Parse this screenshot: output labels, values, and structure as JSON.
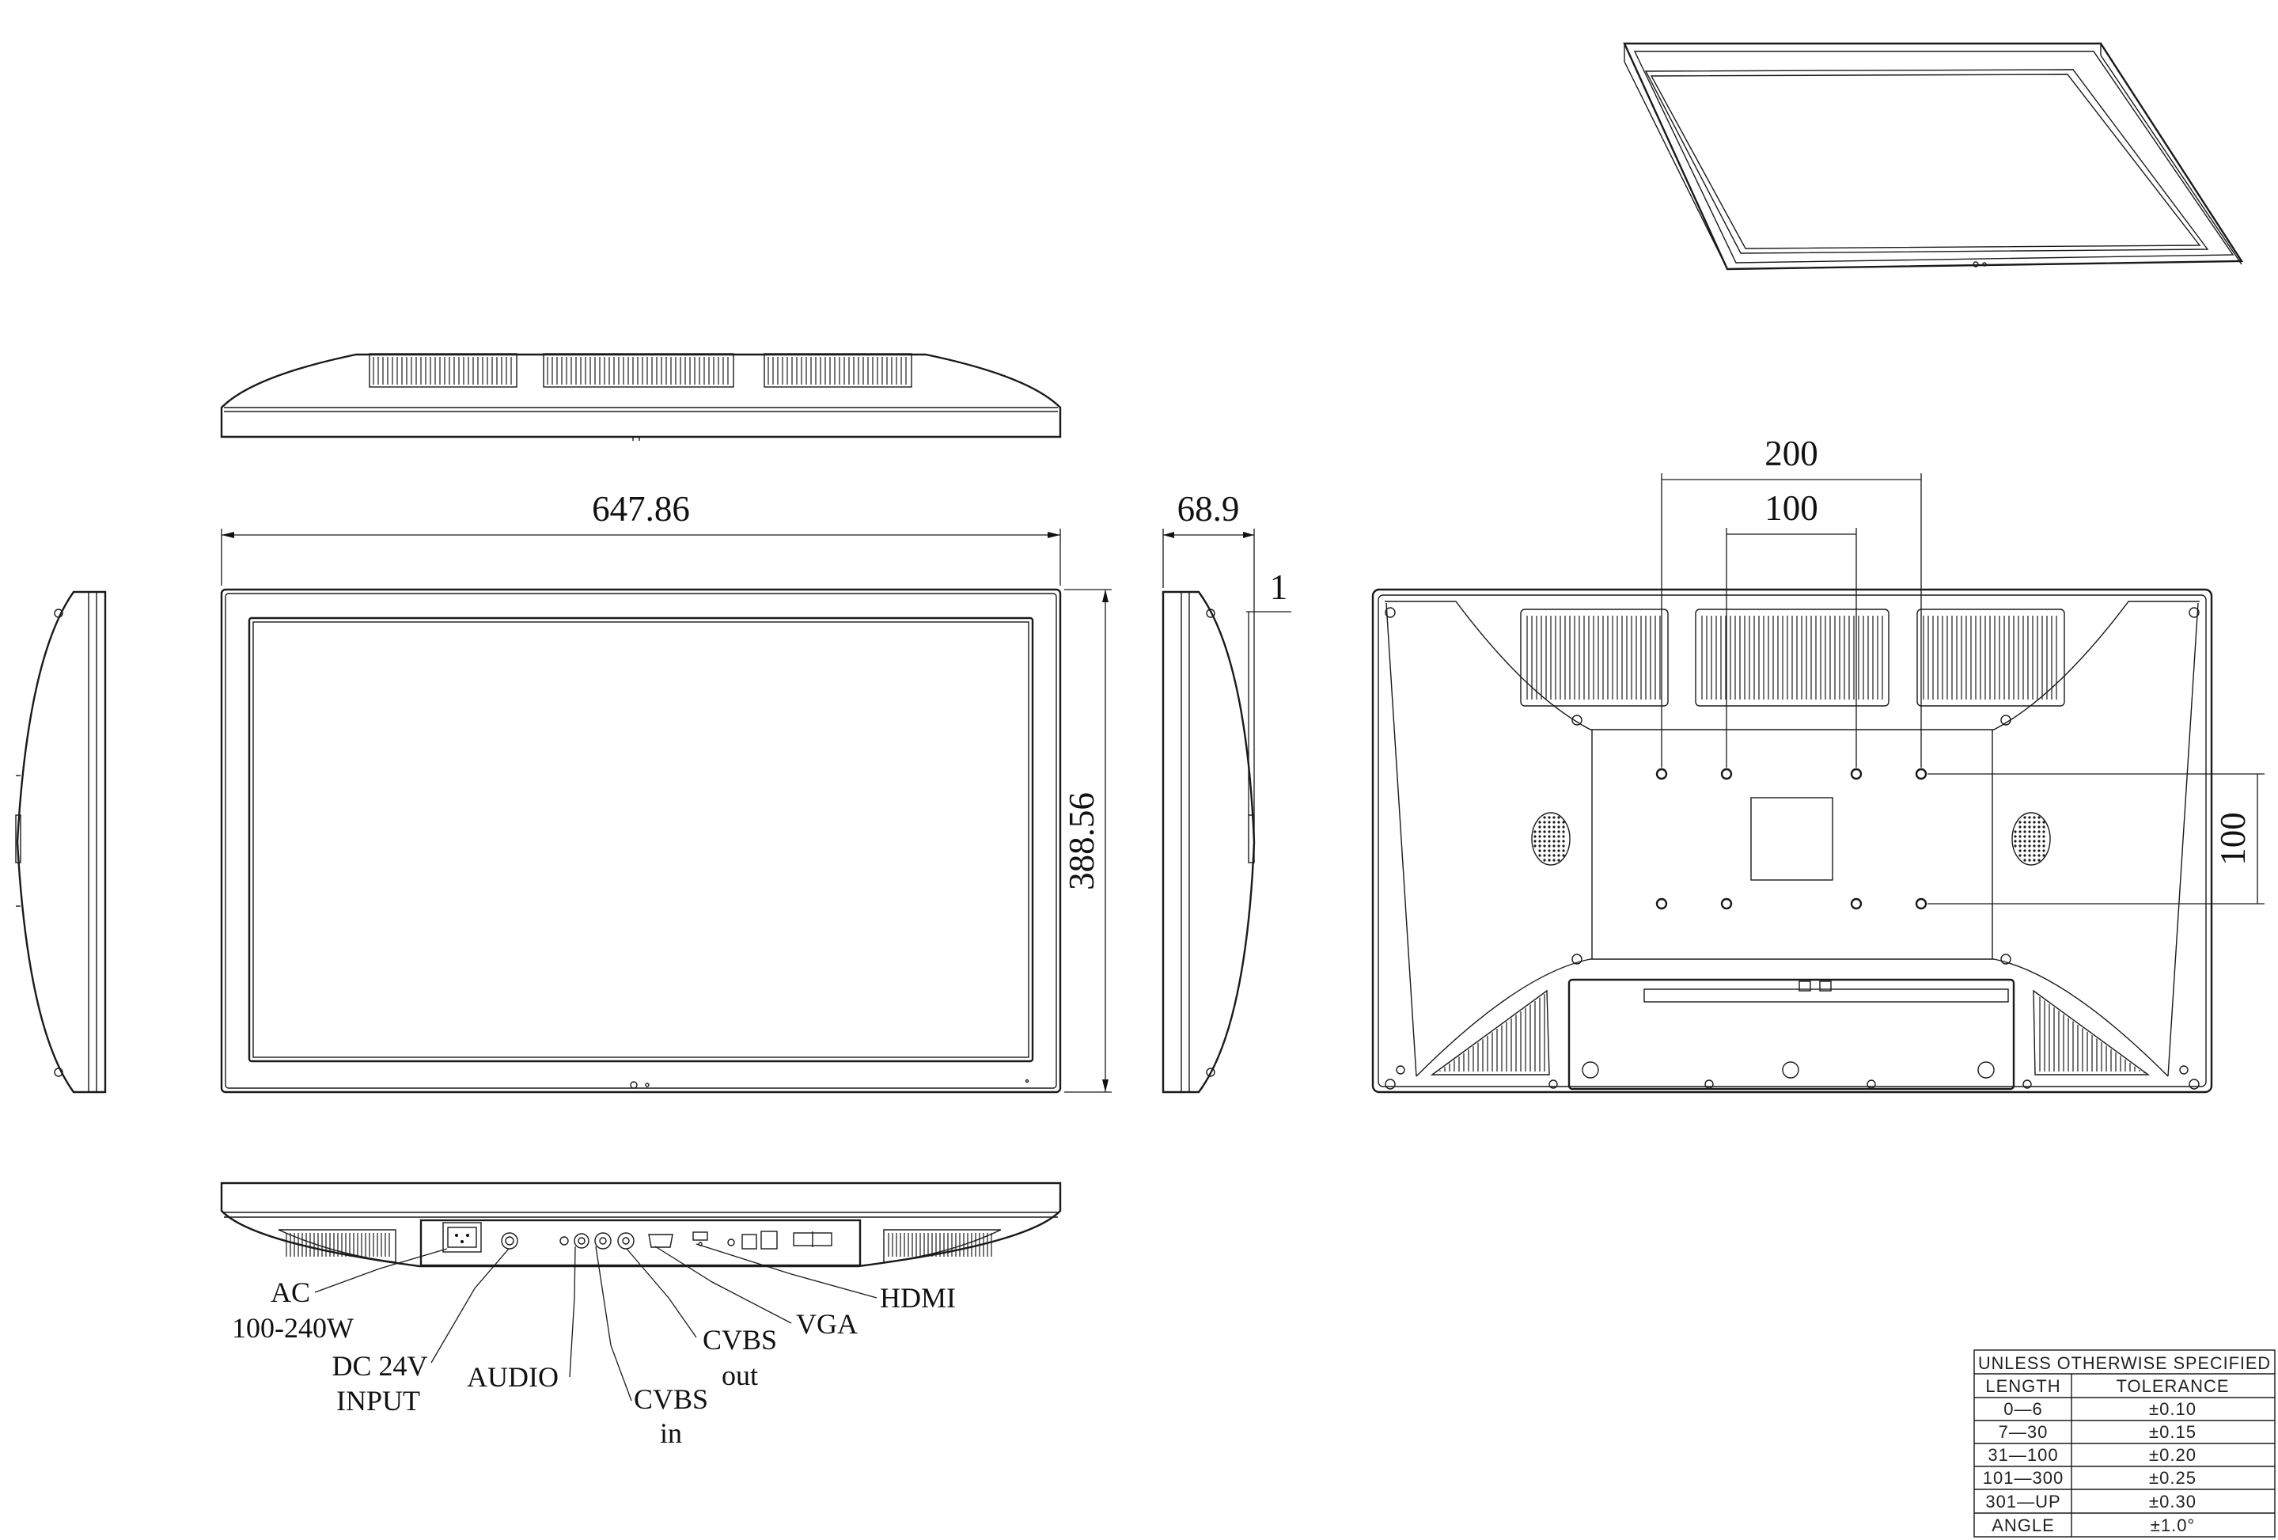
{
  "dimensions": {
    "width": "647.86",
    "height": "388.56",
    "depth": "68.9",
    "offset": "1",
    "vesa_outer": "200",
    "vesa_inner": "100",
    "vesa_vertical": "100"
  },
  "connectors": [
    {
      "id": "ac",
      "lines": [
        "AC",
        "100-240W"
      ]
    },
    {
      "id": "dc",
      "lines": [
        "DC 24V",
        "INPUT"
      ]
    },
    {
      "id": "audio",
      "lines": [
        "AUDIO"
      ]
    },
    {
      "id": "cvbs-in",
      "lines": [
        "CVBS",
        "in"
      ]
    },
    {
      "id": "cvbs-out",
      "lines": [
        "CVBS",
        "out"
      ]
    },
    {
      "id": "vga",
      "lines": [
        "VGA"
      ]
    },
    {
      "id": "hdmi",
      "lines": [
        "HDMI"
      ]
    }
  ],
  "tolerance_table": {
    "title": "UNLESS OTHERWISE SPECIFIED",
    "headers": [
      "LENGTH",
      "TOLERANCE"
    ],
    "rows": [
      [
        "0—6",
        "±0.10"
      ],
      [
        "7—30",
        "±0.15"
      ],
      [
        "31—100",
        "±0.20"
      ],
      [
        "101—300",
        "±0.25"
      ],
      [
        "301—UP",
        "±0.30"
      ],
      [
        "ANGLE",
        "±1.0°"
      ]
    ]
  }
}
